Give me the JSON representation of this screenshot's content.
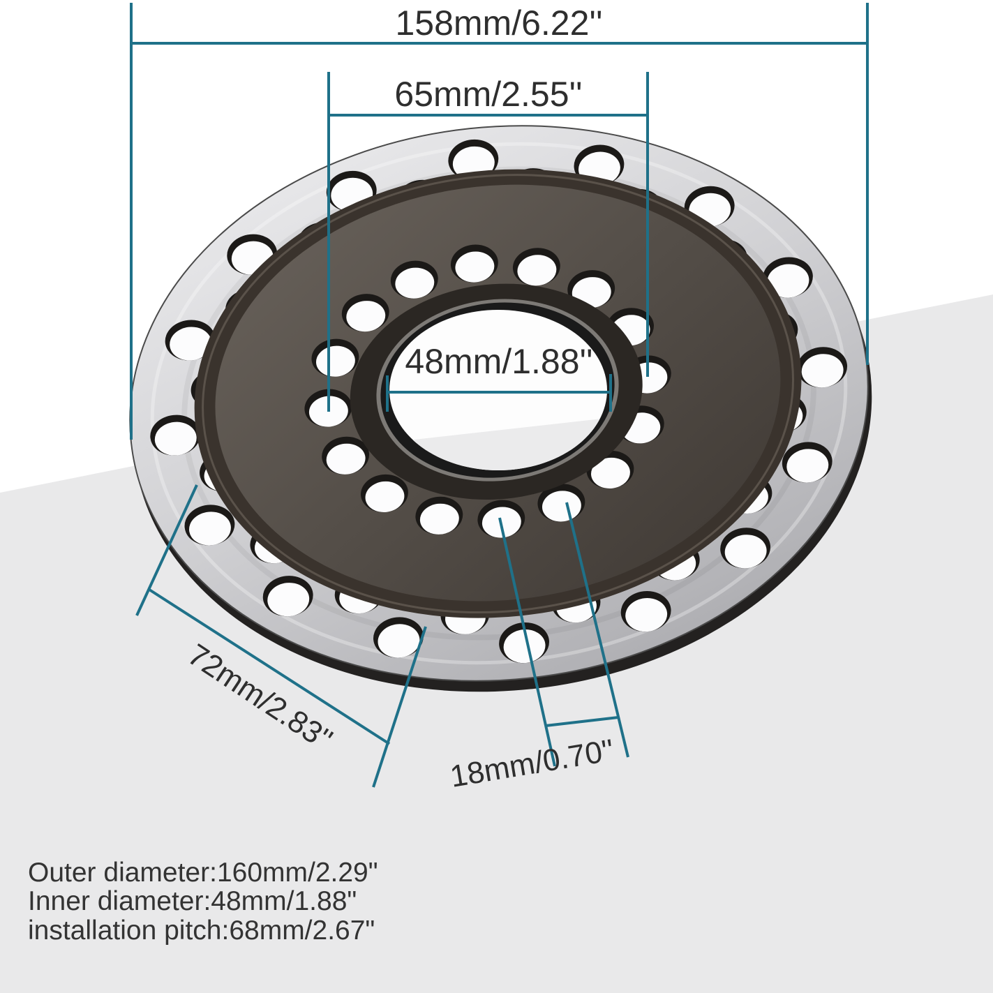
{
  "title": "brake-disc-rotor-dimension-diagram",
  "colors": {
    "background_white": "#ffffff",
    "background_gray": "#e9e9ea",
    "dimension_line_teal": "#1f7189",
    "label_text": "#2e2e2e",
    "silver_light": "#e8e8ea",
    "silver_dark": "#aeaeb2",
    "hub_dark": "#3a332d",
    "hole_rim": "#1b1917"
  },
  "dimensions": {
    "overall_width": "158mm/6.22''",
    "bolt_circle": "65mm/2.55''",
    "center_hole": "48mm/1.88''",
    "hole_span": "72mm/2.83''",
    "hole_pitch": "18mm/0.70''"
  },
  "specs": {
    "lines": [
      "Outer diameter:160mm/2.29\"",
      "Inner diameter:48mm/1.88\"",
      "installation pitch:68mm/2.67\""
    ]
  },
  "disc": {
    "outer_holes": 32,
    "inner_holes": 16
  }
}
